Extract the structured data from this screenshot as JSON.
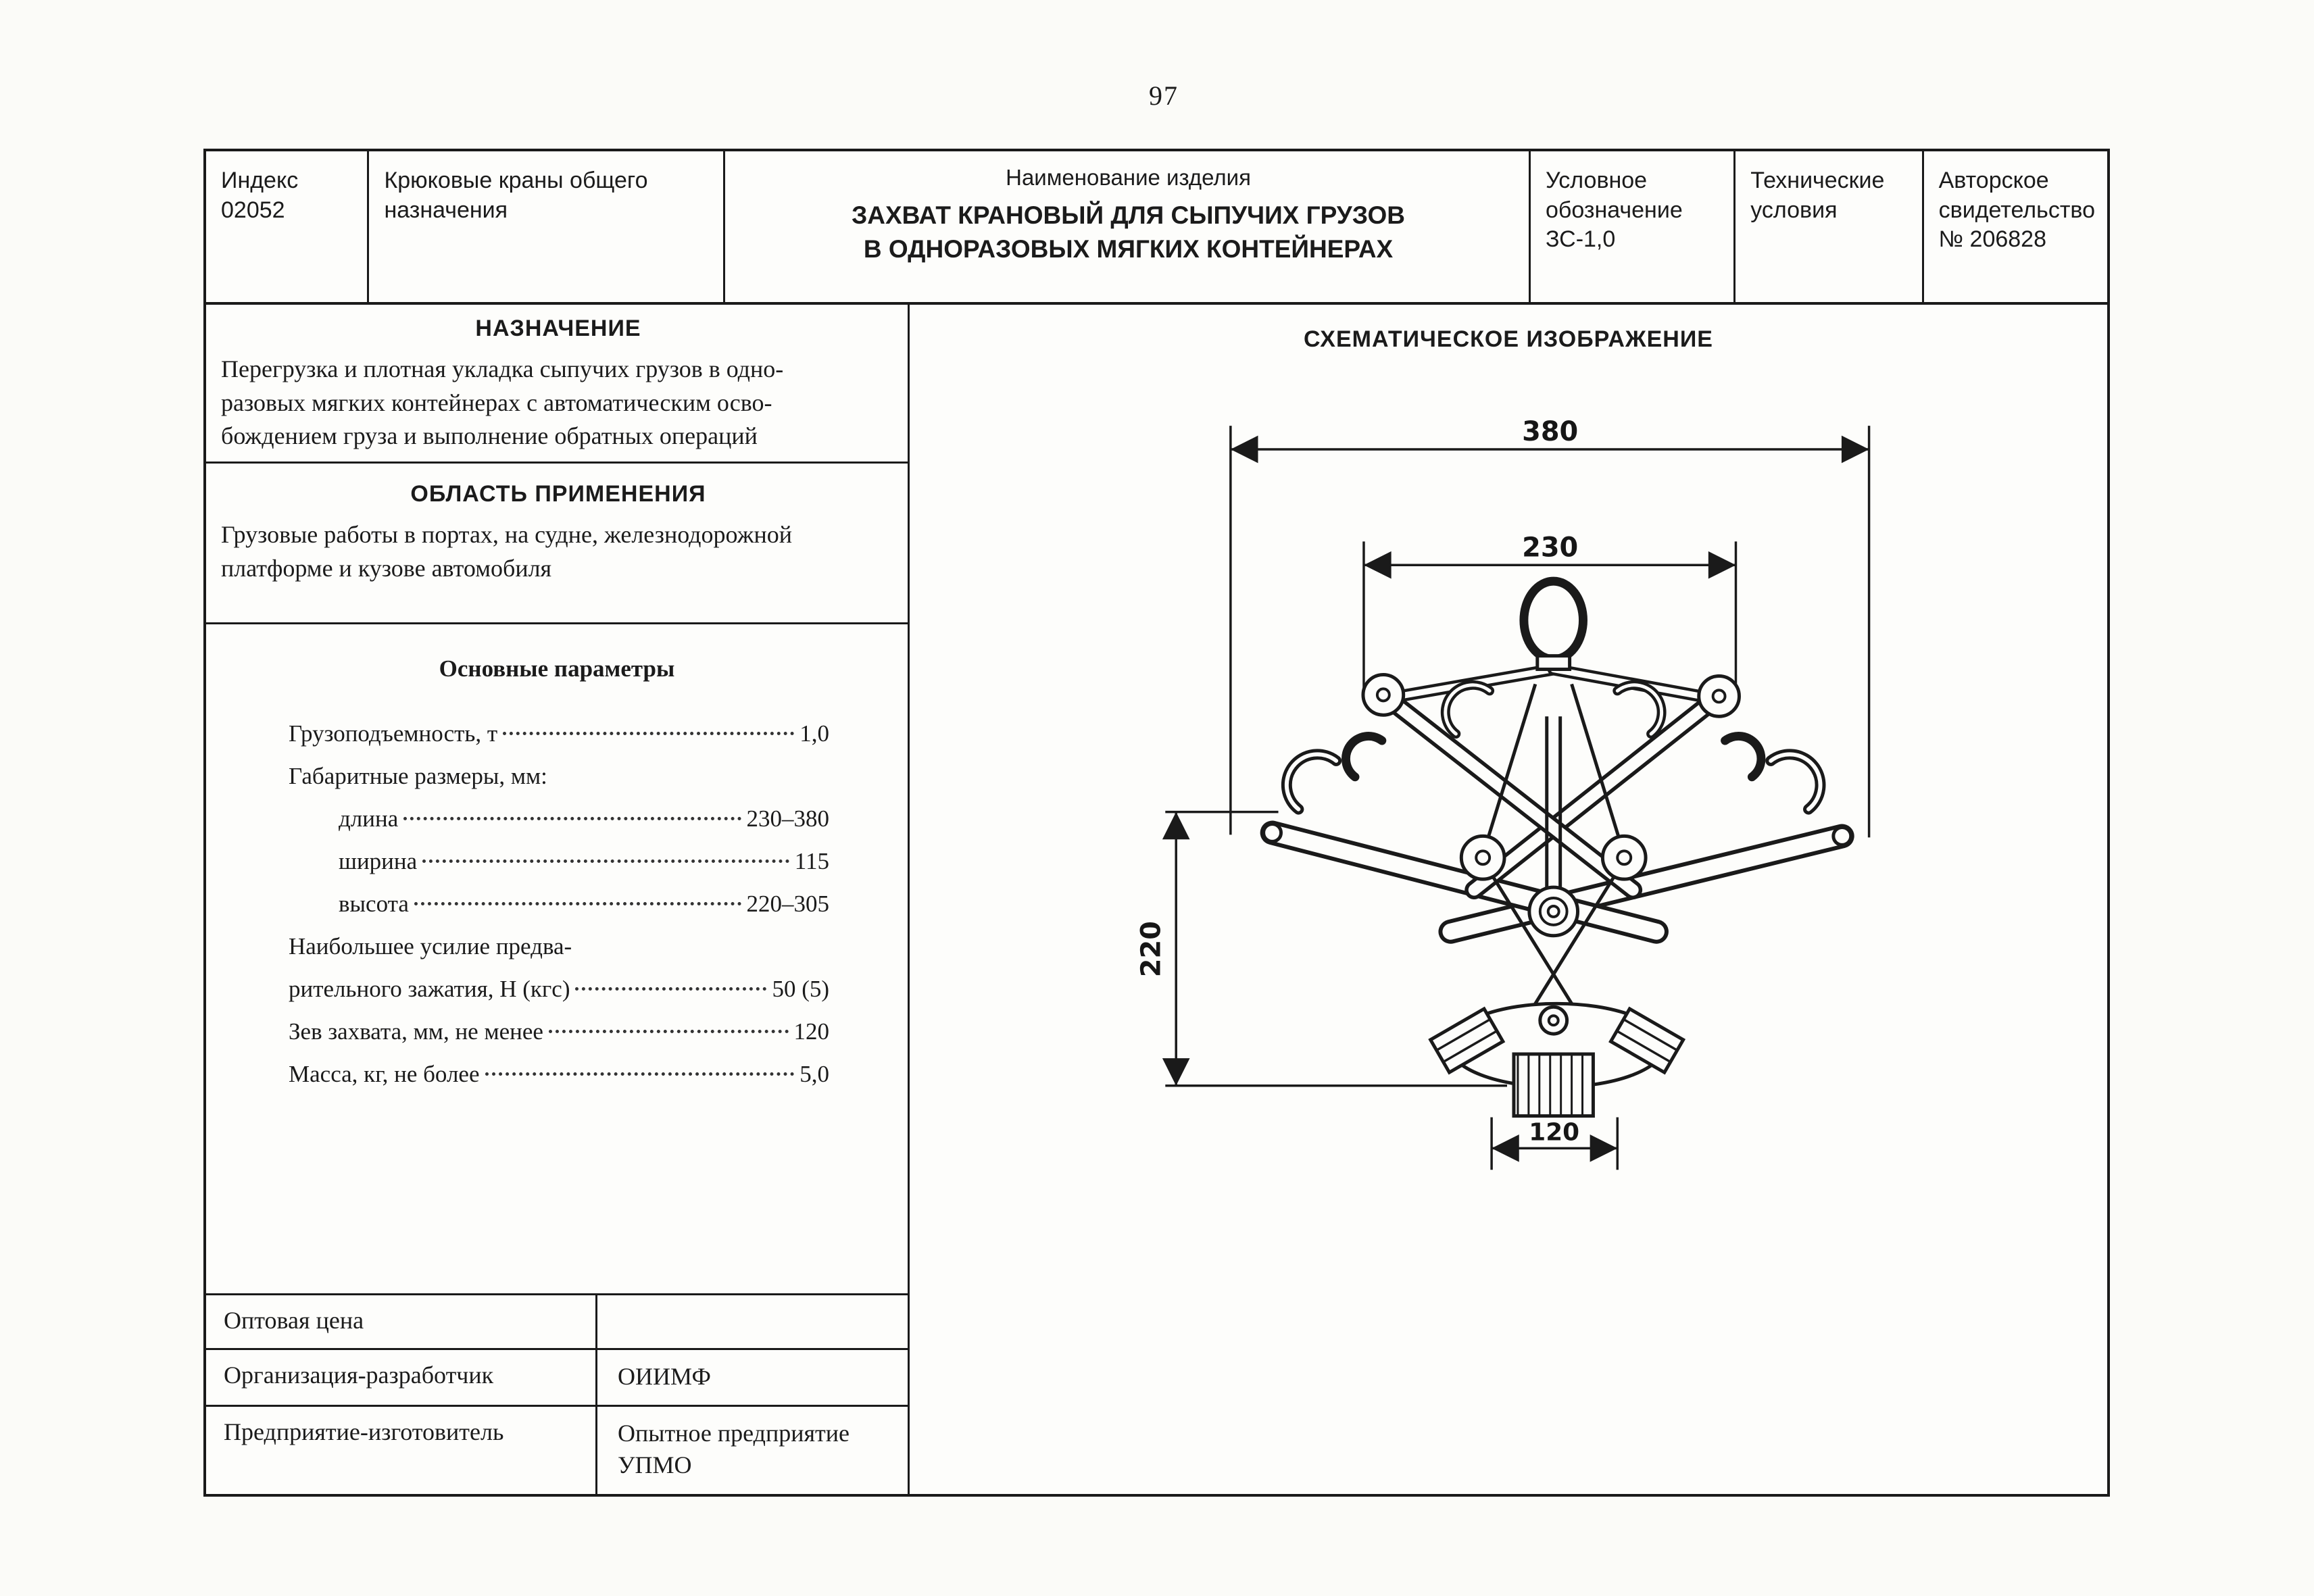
{
  "page": {
    "number": "97"
  },
  "header": {
    "index": {
      "label": "Индекс",
      "value": "02052"
    },
    "category": "Крюковые краны общего\nназначения",
    "name": {
      "label": "Наименование изделия",
      "value": "ЗАХВАТ КРАНОВЫЙ ДЛЯ СЫПУЧИХ ГРУЗОВ\nВ ОДНОРАЗОВЫХ МЯГКИХ КОНТЕЙНЕРАХ"
    },
    "designation": {
      "label": "Условное\nобозначение",
      "value": "ЗС-1,0"
    },
    "tech": "Технические\nусловия",
    "certificate": {
      "label": "Авторское\nсвидетельство",
      "value": "№ 206828"
    }
  },
  "purpose": {
    "title": "НАЗНАЧЕНИЕ",
    "text": "Перегрузка и плотная укладка сыпучих грузов в одно-\nразовых мягких контейнерах с автоматическим осво-\nбождением груза и выполнение обратных операций"
  },
  "application": {
    "title": "ОБЛАСТЬ ПРИМЕНЕНИЯ",
    "text": "Грузовые работы в портах, на судне, железнодорожной\nплатформе и кузове автомобиля"
  },
  "parameters": {
    "title": "Основные параметры",
    "items": [
      {
        "label": "Грузоподъемность, т",
        "value": "1,0"
      },
      {
        "label": "Габаритные размеры, мм:",
        "value": ""
      },
      {
        "label": "длина",
        "value": "230–380"
      },
      {
        "label": "ширина",
        "value": "115"
      },
      {
        "label": "высота",
        "value": "220–305"
      },
      {
        "label": "Наибольшее усилие предва-",
        "value": ""
      },
      {
        "label": "рительного зажатия, Н (кгс)",
        "value": "50 (5)"
      },
      {
        "label": "Зев захвата, мм, не менее",
        "value": "120"
      },
      {
        "label": "Масса, кг, не более",
        "value": "5,0"
      }
    ]
  },
  "footer": {
    "rows": [
      {
        "label": "Оптовая цена",
        "value": ""
      },
      {
        "label": "Организация-разработчик",
        "value": "ОИИМФ"
      },
      {
        "label": "Предприятие-изготовитель",
        "value": "Опытное предприятие\nУПМО"
      }
    ]
  },
  "schematic": {
    "title": "СХЕМАТИЧЕСКОЕ ИЗОБРАЖЕНИЕ",
    "dimensions": {
      "overall_width": "380",
      "inner_width": "230",
      "height": "220",
      "jaw_width": "120"
    }
  }
}
